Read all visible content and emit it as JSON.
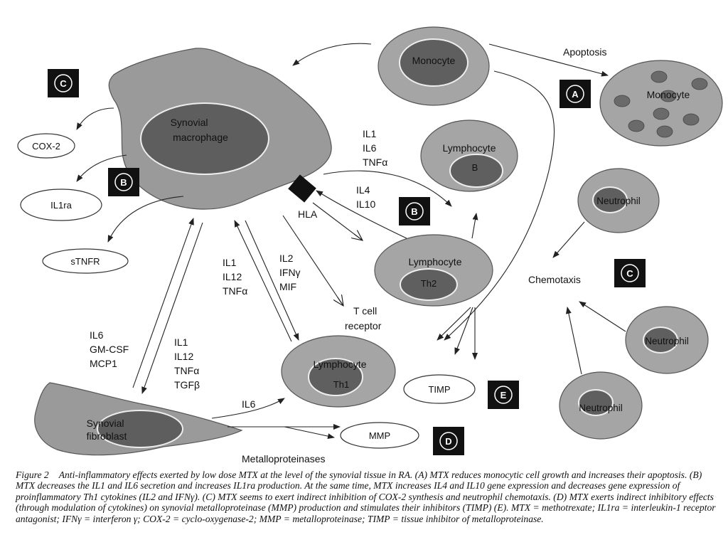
{
  "cells": {
    "synovial_macrophage": "Synovial\nmacrophage",
    "monocyte": "Monocyte",
    "monocyte_apoptotic": "Monocyte",
    "lymphocyte_b": "Lymphocyte",
    "lymphocyte_b_nucleus": "B",
    "lymphocyte_th2": "Lymphocyte",
    "lymphocyte_th2_nucleus": "Th2",
    "lymphocyte_th1": "Lymphocyte",
    "lymphocyte_th1_nucleus": "Th1",
    "neutrophil_1": "Neutrophil",
    "neutrophil_2": "Neutrophil",
    "neutrophil_3": "Neutrophil",
    "synovial_fibroblast": "Synovial\nfibroblast"
  },
  "products": {
    "cox2": "COX-2",
    "il1ra": "IL1ra",
    "stnfr": "sTNFR",
    "timp": "TIMP",
    "mmp": "MMP"
  },
  "badges": {
    "c_top": "C",
    "b_left": "B",
    "a": "A",
    "b_mid": "B",
    "c_right": "C",
    "e": "E",
    "d": "D"
  },
  "labels": {
    "apoptosis": "Apoptosis",
    "hla": "HLA",
    "tcell_receptor": "T cell\nreceptor",
    "chemotaxis": "Chemotaxis",
    "metalloproteinases": "Metalloproteinases",
    "il6_fibro_to_th1": "IL6",
    "cyt_mac_to_b": "IL1\nIL6\nTNFα",
    "cyt_th2": "IL4\nIL10",
    "cyt_mac_th1": "IL1\nIL12\nTNFα",
    "cyt_th1_out": "IL2\nIFNγ\nMIF",
    "cyt_fibro_up": "IL6\nGM-CSF\nMCP1",
    "cyt_fibro_down": "IL1\nIL12\nTNFα\nTGFβ"
  },
  "caption": {
    "figure_label": "Figure 2",
    "text": "Anti-inflammatory effects exerted by low dose MTX at the level of the synovial tissue in RA. (A) MTX reduces monocytic cell growth and increases their apoptosis. (B) MTX decreases the IL1 and IL6 secretion and increases IL1ra production. At the same time, MTX increases IL4 and IL10 gene expression and decreases gene expression of proinflammatory Th1 cytokines (IL2 and IFNγ). (C) MTX seems to exert indirect inhibition of COX-2 synthesis and neutrophil chemotaxis. (D) MTX exerts indirect inhibitory effects (through modulation of cytokines) on synovial metalloproteinase (MMP) production and stimulates their inhibitors (TIMP) (E). MTX = methotrexate; IL1ra = interleukin-1 receptor antagonist; IFNγ = interferon γ; COX-2 = cyclo-oxygenase-2; MMP = metalloproteinase; TIMP = tissue inhibitor of metalloproteinase."
  }
}
